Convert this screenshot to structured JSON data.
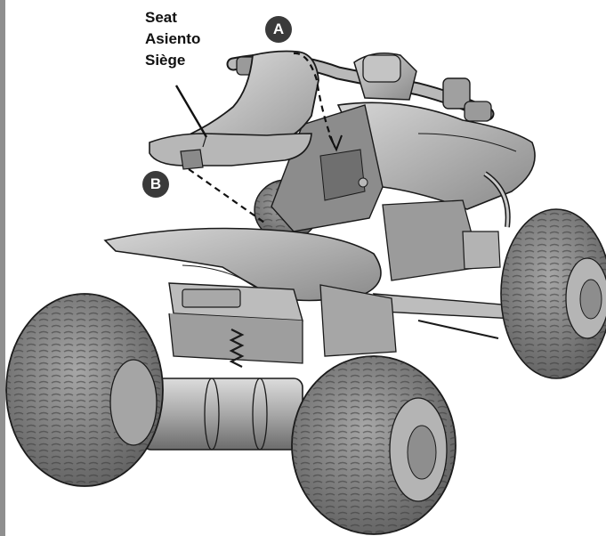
{
  "labels": {
    "seat_en": "Seat",
    "seat_es": "Asiento",
    "seat_fr": "Siège"
  },
  "markers": {
    "a": "A",
    "b": "B"
  },
  "colors": {
    "marker_fill": "#3a3a3a",
    "body_light": "#c9c9c9",
    "body_mid": "#9e9e9e",
    "body_dark": "#6e6e6e",
    "tire": "#7a7a7a",
    "outline": "#1a1a1a"
  }
}
